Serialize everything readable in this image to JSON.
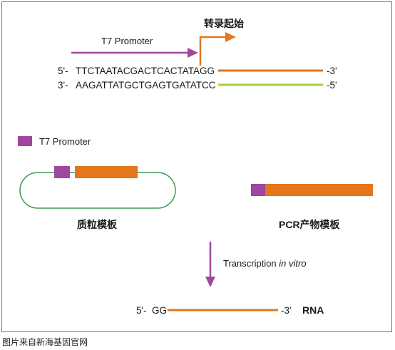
{
  "labels": {
    "t7_promoter_top": "T7 Promoter",
    "transcription_start": "转录起始",
    "legend_t7": "T7 Promoter",
    "plasmid_template": "质粒模板",
    "pcr_template": "PCR产物模板",
    "transcription_prefix": "Transcription ",
    "transcription_italic": "in vitro",
    "rna": "RNA"
  },
  "top_strand": {
    "five_prime": "5'-",
    "sequence": "TTCTAATACGACTCACTATAGG",
    "three_prime": "-3'"
  },
  "bottom_strand": {
    "three_prime": "3'-",
    "sequence": "AAGATTATGCTGAGTGATATCC",
    "five_prime": "-5'"
  },
  "rna_strand": {
    "five_prime": "5'-",
    "sequence": "GG",
    "three_prime": "-3'"
  },
  "caption": "图片来自新海基因官网",
  "colors": {
    "promoter": "#a0479e",
    "coding": "#e4761c",
    "complement": "#a6cf3a",
    "frame": "#3d9a54",
    "plasmid_ring": "#3d9a54"
  }
}
